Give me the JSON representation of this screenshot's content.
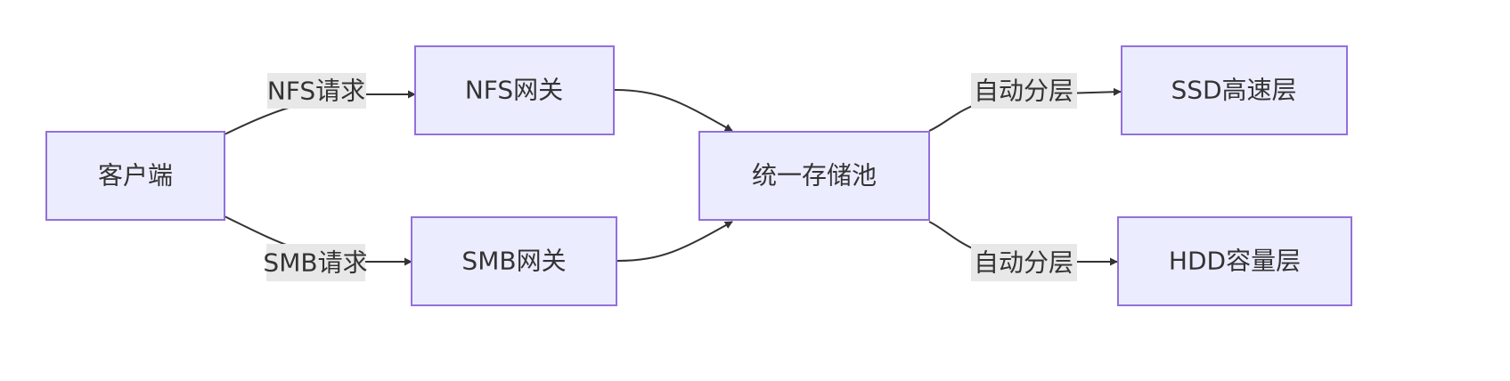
{
  "diagram": {
    "type": "flowchart",
    "direction": "left-to-right",
    "colors": {
      "node_fill": "#ECECFF",
      "node_border": "#9370DB",
      "edge": "#333333",
      "label_bg": "#E8E8E8",
      "text": "#333333"
    },
    "nodes": {
      "client": "客户端",
      "nfs_gateway": "NFS网关",
      "smb_gateway": "SMB网关",
      "storage_pool": "统一存储池",
      "ssd_tier": "SSD高速层",
      "hdd_tier": "HDD容量层"
    },
    "edges": {
      "client_to_nfs": "NFS请求",
      "client_to_smb": "SMB请求",
      "nfs_to_pool": "",
      "smb_to_pool": "",
      "pool_to_ssd": "自动分层",
      "pool_to_hdd": "自动分层"
    }
  }
}
